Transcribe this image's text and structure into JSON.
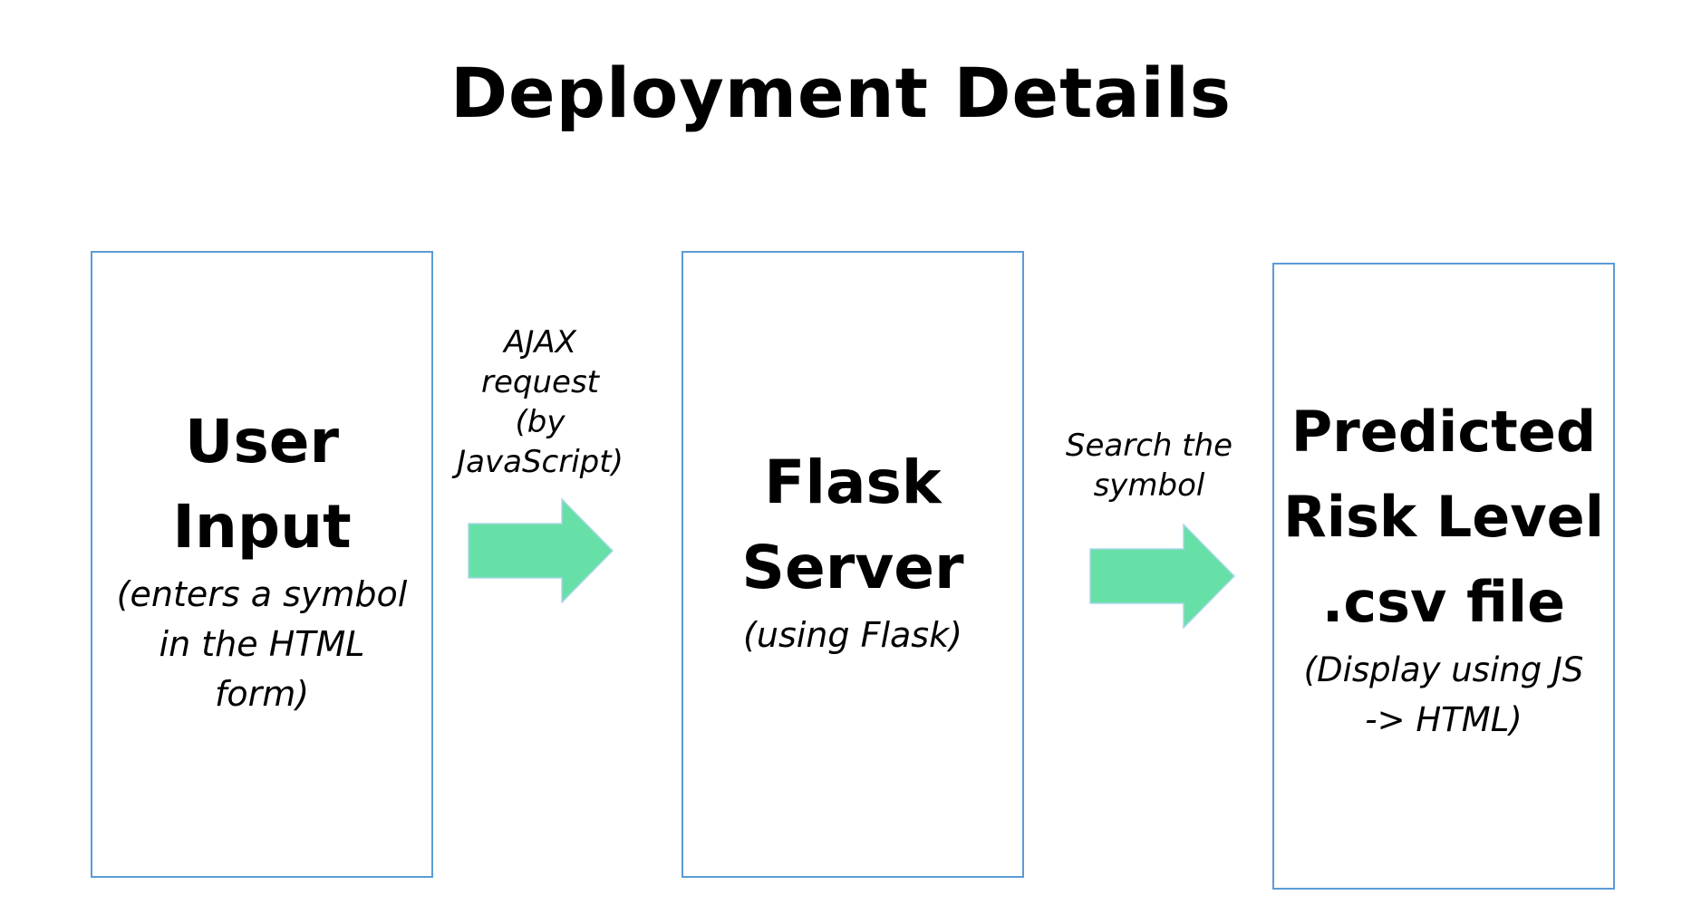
{
  "title": "Deployment Details",
  "accent_colors": {
    "box_border": "#5b9bd5",
    "arrow_fill": "#66e0a6"
  },
  "nodes": [
    {
      "title_lines": [
        "User",
        "Input"
      ],
      "subtitle_lines": [
        "(enters a symbol",
        "in the HTML",
        "form)"
      ]
    },
    {
      "title_lines": [
        "Flask",
        "Server"
      ],
      "subtitle_lines": [
        "(using Flask)"
      ]
    },
    {
      "title_lines": [
        "Predicted",
        "Risk Level",
        ".csv file"
      ],
      "subtitle_lines": [
        "(Display using JS",
        "-> HTML)"
      ]
    }
  ],
  "edges": [
    {
      "label_lines": [
        "AJAX",
        "request",
        "(by",
        "JavaScript)"
      ],
      "icon": "right-arrow-icon"
    },
    {
      "label_lines": [
        "Search the",
        "symbol"
      ],
      "icon": "right-arrow-icon"
    }
  ]
}
